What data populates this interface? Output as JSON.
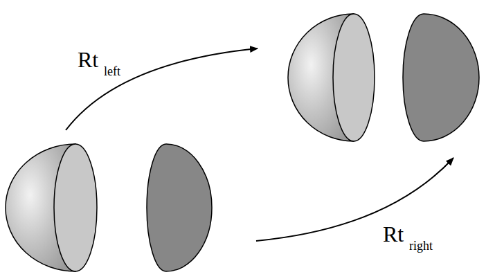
{
  "diagram": {
    "labels": [
      "Rt",
      "left",
      "Rt",
      "right"
    ]
  }
}
